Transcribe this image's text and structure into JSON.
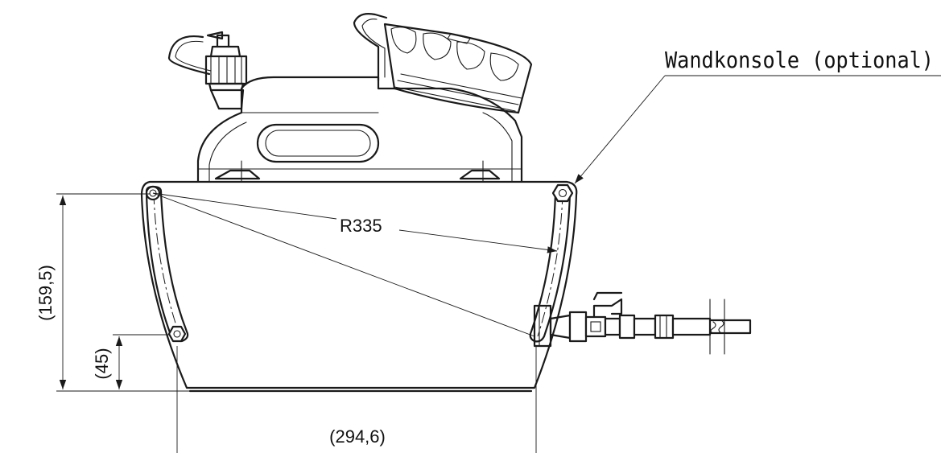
{
  "labels": {
    "wall_bracket": "Wandkonsole (optional)",
    "radius": "R335",
    "height_total": "(159,5)",
    "height_hole": "(45)",
    "width": "(294,6)"
  },
  "colors": {
    "line": "#1a1a1a",
    "background": "#ffffff"
  }
}
